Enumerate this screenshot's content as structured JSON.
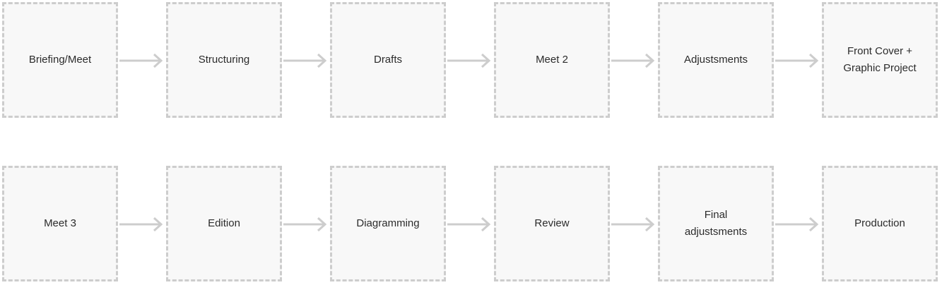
{
  "flow": {
    "row1": [
      {
        "label": "Briefing/Meet"
      },
      {
        "label": "Structuring"
      },
      {
        "label": "Drafts"
      },
      {
        "label": "Meet 2"
      },
      {
        "label": "Adjustsments"
      },
      {
        "label": "Front Cover + Graphic Project"
      }
    ],
    "row2": [
      {
        "label": "Meet 3"
      },
      {
        "label": "Edition"
      },
      {
        "label": "Diagramming"
      },
      {
        "label": "Review"
      },
      {
        "label": "Final adjustsments"
      },
      {
        "label": "Production"
      }
    ]
  },
  "colors": {
    "box_fill": "#f8f8f8",
    "box_border": "#cdcdcd",
    "arrow": "#cdcdcd",
    "text": "#2b2b2b"
  }
}
